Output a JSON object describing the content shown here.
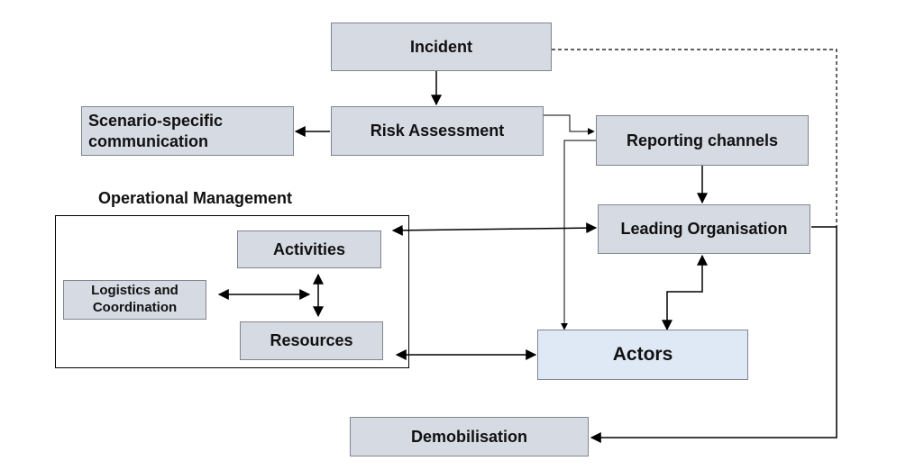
{
  "nodes": {
    "incident": "Incident",
    "risk_assessment": "Risk Assessment",
    "scenario_communication": "Scenario-specific communication",
    "reporting_channels": "Reporting channels",
    "leading_organisation": "Leading Organisation",
    "operational_management": "Operational Management",
    "activities": "Activities",
    "logistics_coordination": "Logistics and Coordination",
    "resources": "Resources",
    "actors": "Actors",
    "demobilisation": "Demobilisation"
  },
  "colors": {
    "box_fill": "#d6dae3",
    "actors_fill": "#dfe9f5",
    "box_border": "#7f8690",
    "line": "#000000"
  }
}
